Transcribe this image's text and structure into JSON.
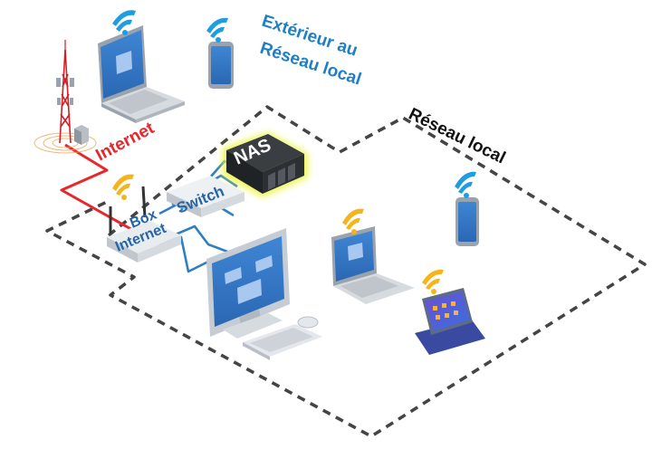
{
  "labels": {
    "external_zone_line1": "Extérieur au",
    "external_zone_line2": "Réseau local",
    "local_zone": "Réseau local",
    "internet": "Internet",
    "nas": "NAS",
    "switch": "Switch",
    "box_line1": "Box",
    "box_line2": "Internet"
  },
  "colors": {
    "external_text": "#1f7fc4",
    "internet_link": "#e8262b",
    "lan_link": "#2f7fc1",
    "wifi_external": "#1e9ee0",
    "wifi_local": "#f5b51a",
    "dashed_border": "#444444",
    "nas_glow": "#e9f53a"
  },
  "icons": [
    "wifi-icon",
    "laptop-icon",
    "smartphone-icon",
    "cell-tower-icon",
    "router-icon",
    "switch-icon",
    "nas-icon",
    "desktop-monitor-icon",
    "keyboard-icon",
    "mouse-icon",
    "tablet-icon",
    "building-icon"
  ]
}
